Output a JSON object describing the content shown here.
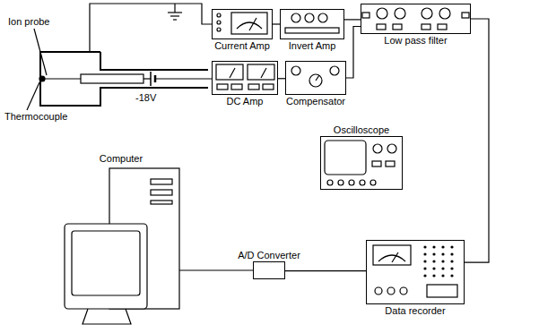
{
  "diagram": {
    "nodes": [
      {
        "text": [
          "Current Amp"
        ]
      },
      {
        "text": [
          "Invert Amp"
        ]
      },
      {
        "text": [
          "Low pass filter"
        ]
      },
      {
        "text": [
          "DC Amp"
        ]
      },
      {
        "text": [
          "Compensator"
        ]
      },
      {
        "text": [
          "Oscilloscope"
        ]
      },
      {
        "text": [
          "Data recorder"
        ]
      },
      {
        "text": [
          "A/D Converter"
        ]
      },
      {
        "text": [
          "Computer"
        ]
      }
    ],
    "edges": [
      {
        "from": 0,
        "to": 1,
        "arrow": "none"
      },
      {
        "from": 1,
        "to": 2,
        "arrow": "none"
      },
      {
        "from": 3,
        "to": 4,
        "arrow": "none"
      },
      {
        "from": 4,
        "to": 2,
        "arrow": "none"
      },
      {
        "from": 2,
        "to": 6,
        "arrow": "none"
      },
      {
        "from": 6,
        "to": 7,
        "arrow": "none"
      },
      {
        "from": 7,
        "to": 8,
        "arrow": "none"
      }
    ],
    "labels": [
      "Ion probe",
      "Thermocouple",
      "-18V"
    ]
  }
}
